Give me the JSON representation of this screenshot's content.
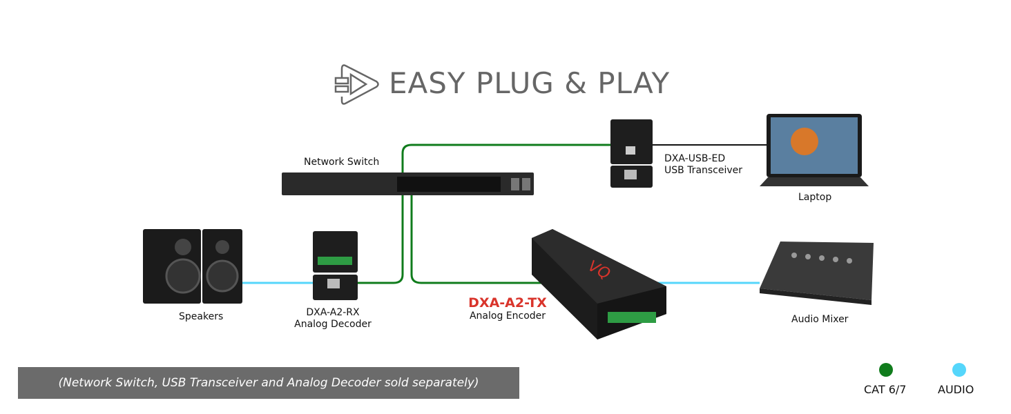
{
  "title": "EASY PLUG & PLAY",
  "title_icon": "plug-play-icon",
  "devices": {
    "switch": {
      "label": "Network Switch"
    },
    "usb": {
      "line1": "DXA-USB-ED",
      "line2": "USB Transceiver"
    },
    "laptop": {
      "label": "Laptop"
    },
    "speakers": {
      "label": "Speakers"
    },
    "rx": {
      "line1": "DXA-A2-RX",
      "line2": "Analog Decoder"
    },
    "tx": {
      "line1": "DXA-A2-TX",
      "line2": "Analog Encoder"
    },
    "mixer": {
      "label": "Audio Mixer"
    }
  },
  "note": "(Network Switch, USB Transceiver and Analog Decoder sold separately)",
  "legend": [
    {
      "label": "CAT 6/7",
      "color": "#107c1c"
    },
    {
      "label": "AUDIO",
      "color": "#55d6fb"
    }
  ],
  "colors": {
    "tx_accent": "#d9342b",
    "device": "#222222",
    "title": "#666666"
  }
}
